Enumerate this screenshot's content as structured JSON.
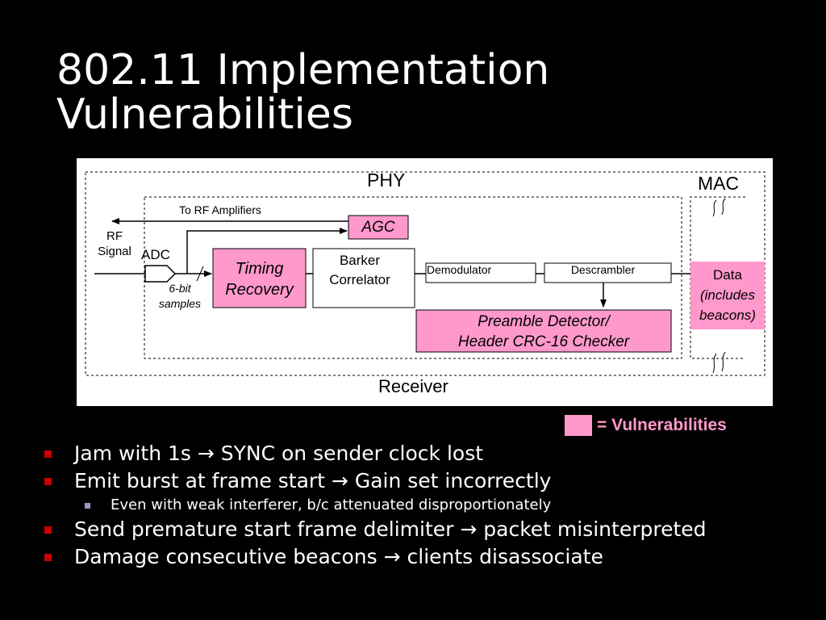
{
  "slide": {
    "title_line1": "802.11 Implementation",
    "title_line2": "Vulnerabilities"
  },
  "diagram": {
    "phy_label": "PHY",
    "mac_label": "MAC",
    "receiver_label": "Receiver",
    "rf_line1": "RF",
    "rf_line2": "Signal",
    "adc_label": "ADC",
    "to_rf_amplifiers": "To RF Amplifiers",
    "agc": "AGC",
    "timing_line1": "Timing",
    "timing_line2": "Recovery",
    "barker_line1": "Barker",
    "barker_line2": "Correlator",
    "demodulator": "Demodulator",
    "descrambler": "Descrambler",
    "preamble_line1": "Preamble Detector/",
    "preamble_line2": "Header CRC-16 Checker",
    "data_line1": "Data",
    "data_line2": "(includes",
    "data_line3": "beacons)",
    "sixbit_line1": "6-bit",
    "sixbit_line2": "samples",
    "vulnerability_color": "#ff99cc"
  },
  "legend": {
    "text": "= Vulnerabilities",
    "color": "#ff99cc"
  },
  "bullets": [
    {
      "text": "Jam with 1s → SYNC on sender clock lost"
    },
    {
      "text": "Emit burst at frame start → Gain set incorrectly"
    },
    {
      "text": "Even with weak interferer, b/c attenuated disproportionately"
    },
    {
      "text": "Send premature start frame delimiter → packet misinterpreted"
    },
    {
      "text": "Damage consecutive beacons → clients disassociate"
    }
  ],
  "bullet_marker_color": "#cc0000",
  "sub_bullet_marker_color": "#9999cc"
}
